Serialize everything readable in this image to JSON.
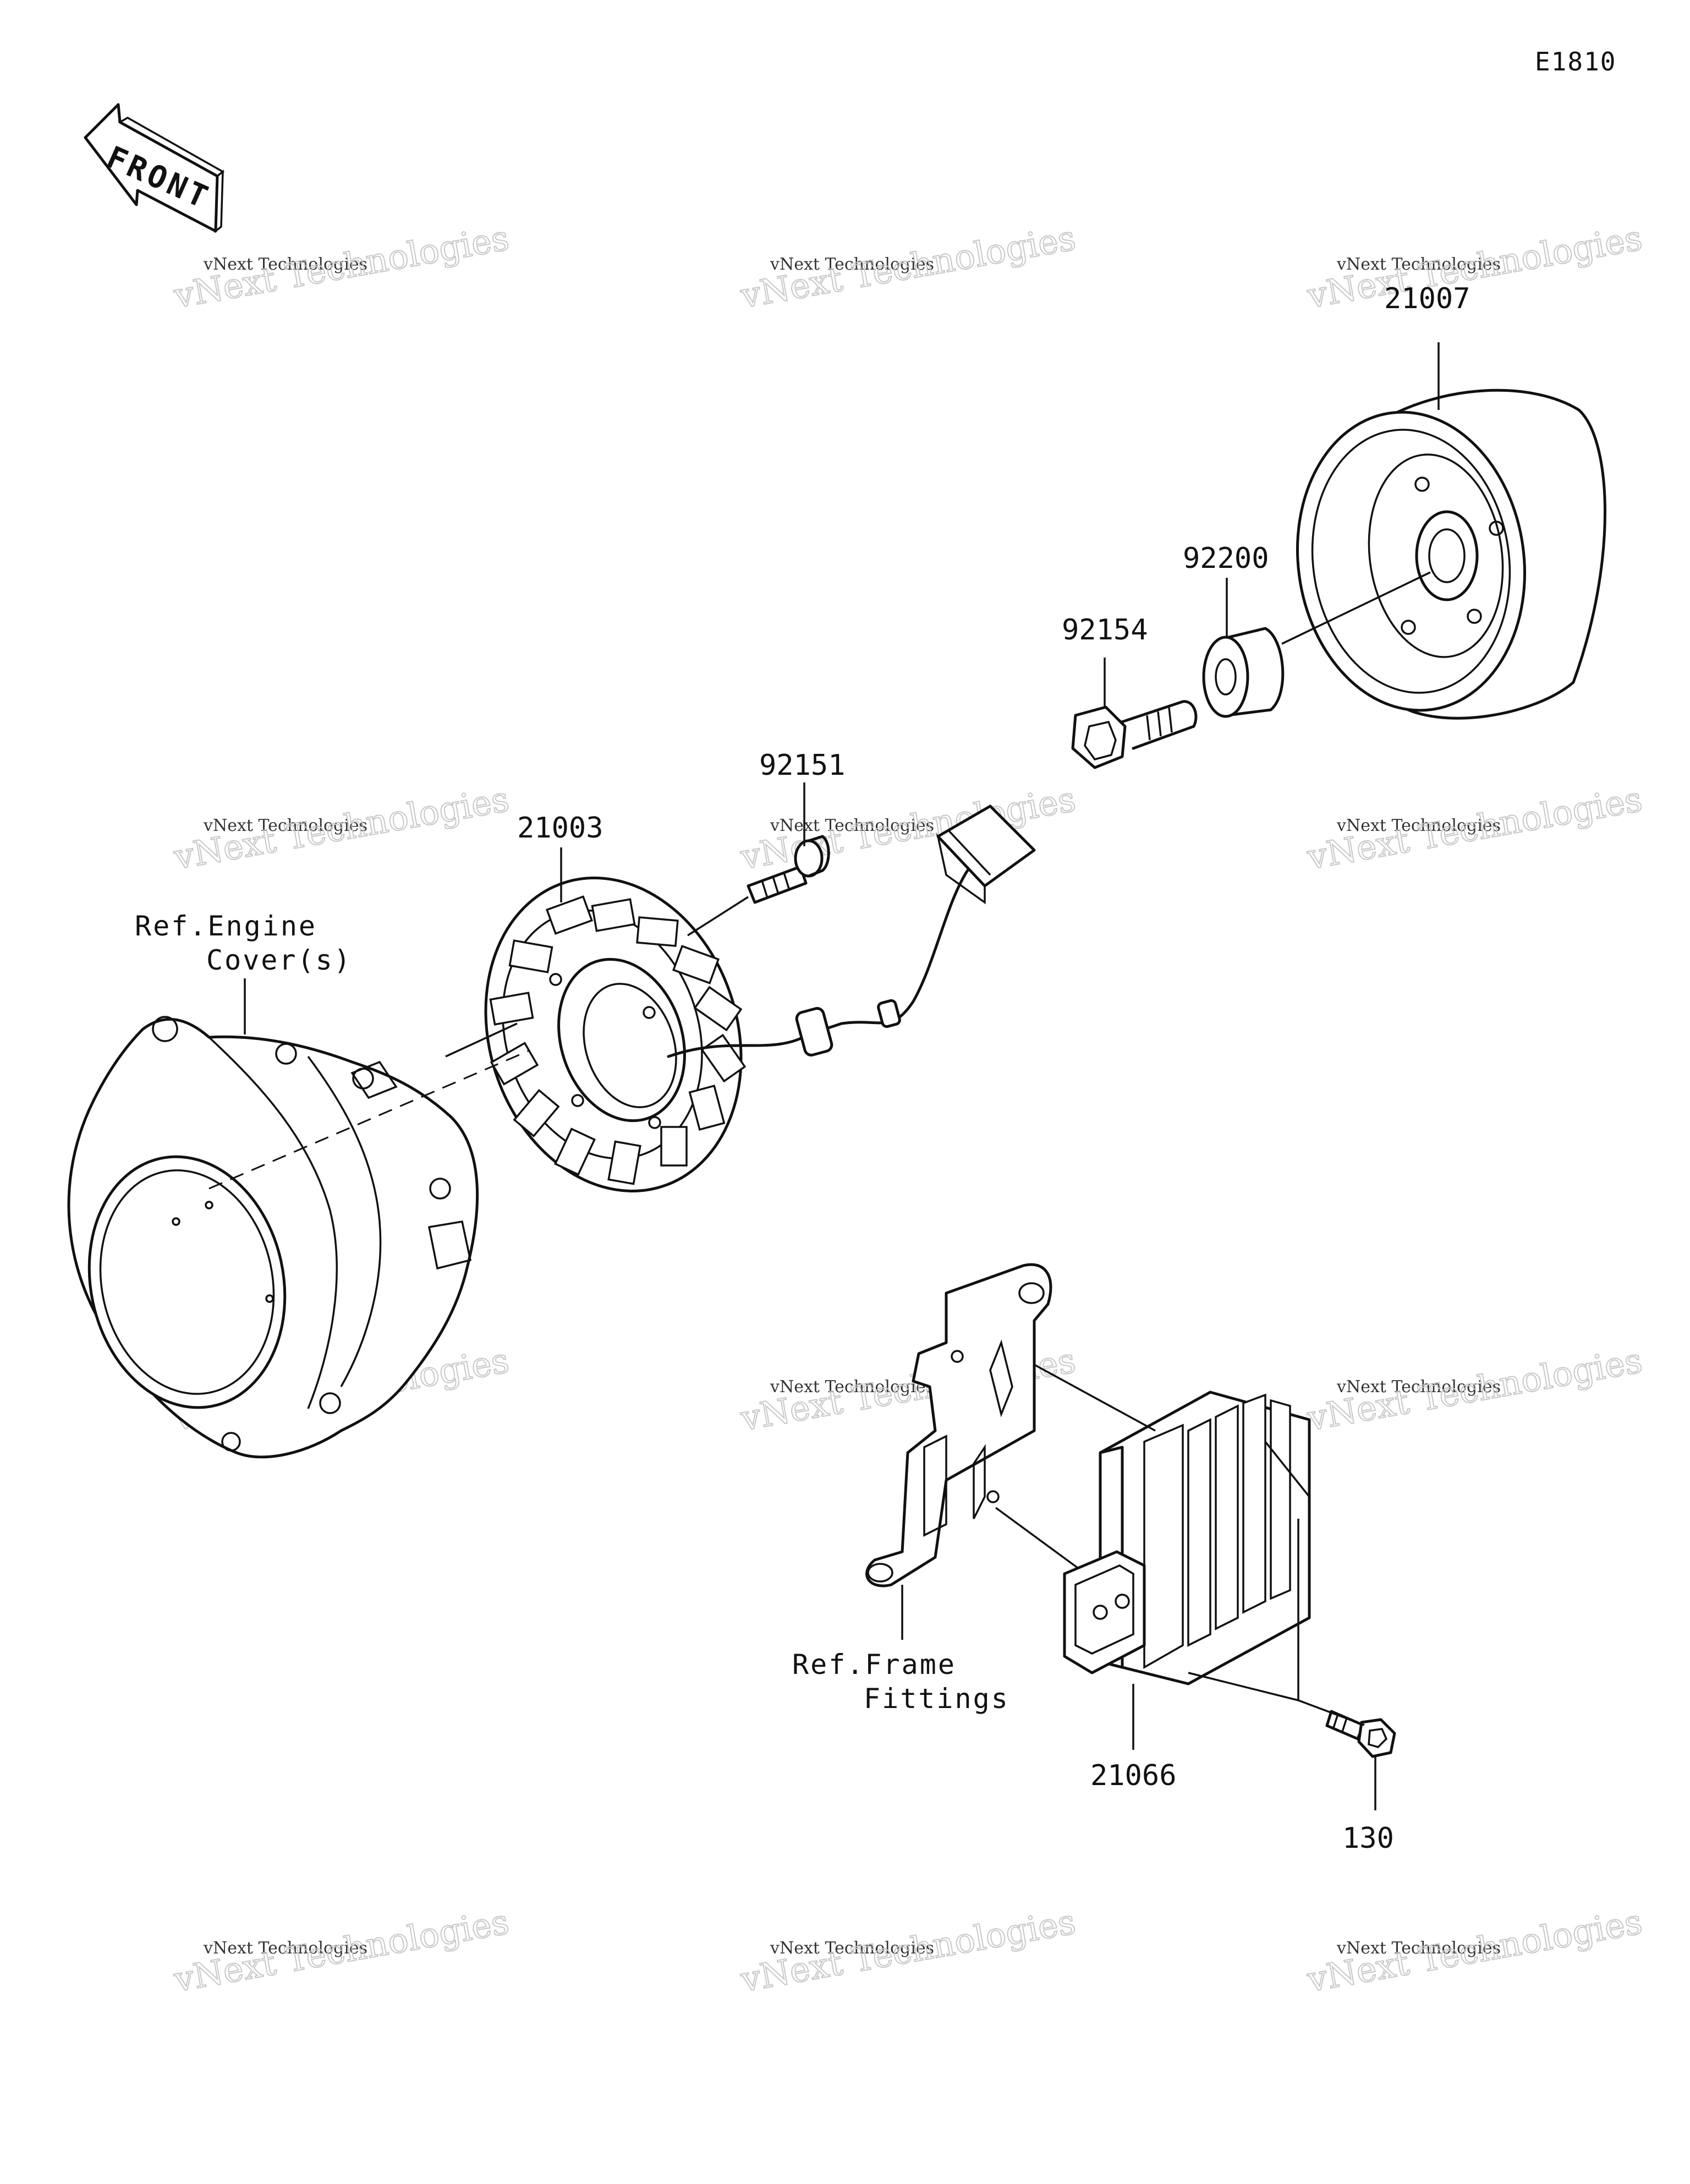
{
  "diagram_code": "E1810",
  "front_arrow_text": "FRONT",
  "parts": {
    "flywheel": "21007",
    "collar": "92200",
    "flywheel_bolt": "92154",
    "stator_bolt": "92151",
    "stator": "21003",
    "regulator": "21066",
    "regulator_bolt": "130"
  },
  "references": {
    "engine_cover_line1": "Ref.Engine",
    "engine_cover_line2": "Cover(s)",
    "frame_fittings_line1": "Ref.Frame",
    "frame_fittings_line2": "Fittings"
  },
  "watermark": {
    "line1": "vNext Technologies",
    "line2": "vNext Technologies"
  }
}
